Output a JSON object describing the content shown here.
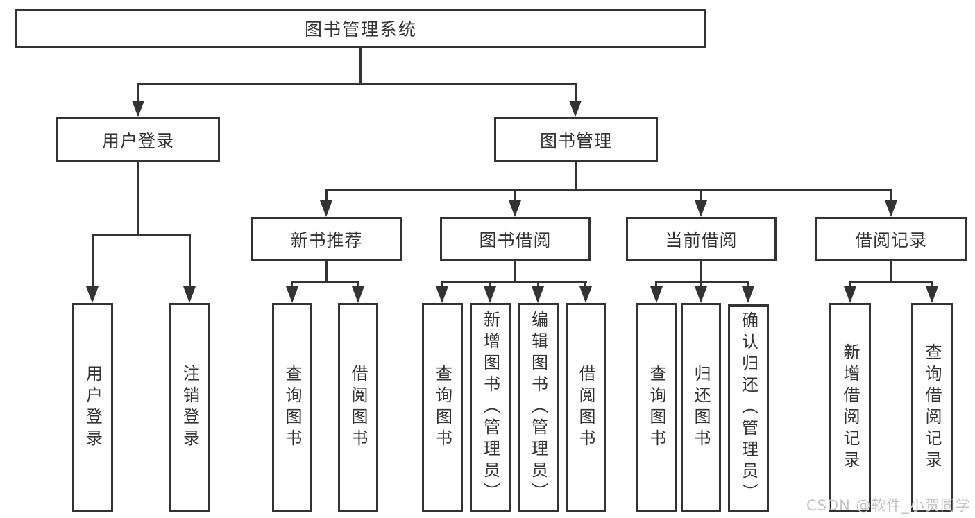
{
  "colors": {
    "line": "#333333",
    "text": "#333333",
    "box_background": "#ffffff",
    "background": "#ffffff",
    "watermark": "#c3c3c3"
  },
  "watermark": {
    "text": "CSDN @软件_小贺同学"
  },
  "tree": {
    "root": {
      "label": "图书管理系统",
      "children": [
        {
          "label": "用户登录",
          "children": [
            {
              "label": "用户登录"
            },
            {
              "label": "注销登录"
            }
          ]
        },
        {
          "label": "图书管理",
          "children": [
            {
              "label": "新书推荐",
              "children": [
                {
                  "label": "查询图书"
                },
                {
                  "label": "借阅图书"
                }
              ]
            },
            {
              "label": "图书借阅",
              "children": [
                {
                  "label": "查询图书"
                },
                {
                  "label": "新增图书（管理员）"
                },
                {
                  "label": "编辑图书（管理员）"
                },
                {
                  "label": "借阅图书"
                }
              ]
            },
            {
              "label": "当前借阅",
              "children": [
                {
                  "label": "查询图书"
                },
                {
                  "label": "归还图书"
                },
                {
                  "label": "确认归还（管理员）"
                }
              ]
            },
            {
              "label": "借阅记录",
              "children": [
                {
                  "label": "新增借阅记录"
                },
                {
                  "label": "查询借阅记录"
                }
              ]
            }
          ]
        }
      ]
    }
  }
}
